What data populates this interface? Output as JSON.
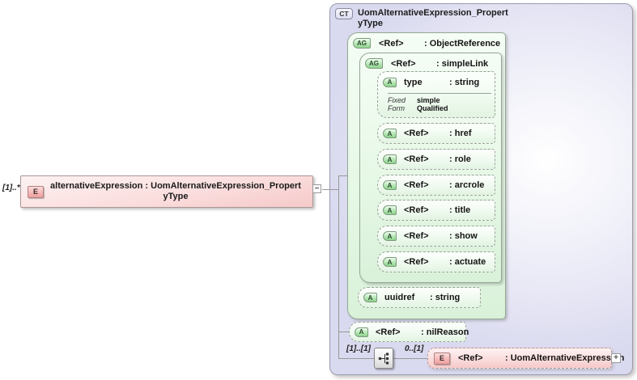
{
  "element": {
    "cardinality": "[1]..*",
    "icon": "E",
    "label_line1": "alternativeExpression : UomAlternativeExpression_Propert",
    "label_line2": "yType",
    "collapse_toggle": "−"
  },
  "complex_type": {
    "icon": "CT",
    "title_line1": "UomAlternativeExpression_Propert",
    "title_line2": "yType",
    "object_reference": {
      "icon": "AG",
      "name": "<Ref>",
      "type": ": ObjectReference",
      "simple_link": {
        "icon": "AG",
        "name": "<Ref>",
        "type": ": simpleLink",
        "attributes": [
          {
            "icon": "A",
            "name": "type",
            "type": ": string",
            "facts": {
              "fixed_label": "Fixed",
              "fixed_value": "simple",
              "form_label": "Form",
              "form_value": "Qualified"
            }
          },
          {
            "icon": "A",
            "name": "<Ref>",
            "type": ": href"
          },
          {
            "icon": "A",
            "name": "<Ref>",
            "type": ": role"
          },
          {
            "icon": "A",
            "name": "<Ref>",
            "type": ": arcrole"
          },
          {
            "icon": "A",
            "name": "<Ref>",
            "type": ": title"
          },
          {
            "icon": "A",
            "name": "<Ref>",
            "type": ": show"
          },
          {
            "icon": "A",
            "name": "<Ref>",
            "type": ": actuate"
          }
        ]
      },
      "uuidref": {
        "icon": "A",
        "name": "uuidref",
        "type": ": string"
      }
    },
    "nil_reason": {
      "icon": "A",
      "name": "<Ref>",
      "type": ": nilReason"
    },
    "sequence": {
      "cardinality_left": "[1]..[1]",
      "cardinality_right": "0..[1]",
      "element_ref": {
        "icon": "E",
        "name": "<Ref>",
        "type": ": UomAlternativeExpression",
        "expand_toggle": "+"
      }
    }
  },
  "colors": {
    "element_fill": "#f5c9c9",
    "attribute_fill": "#e2f4e2",
    "group_fill": "#dff4df",
    "complex_type_fill": "#dcdcf2",
    "connector": "#999999"
  }
}
